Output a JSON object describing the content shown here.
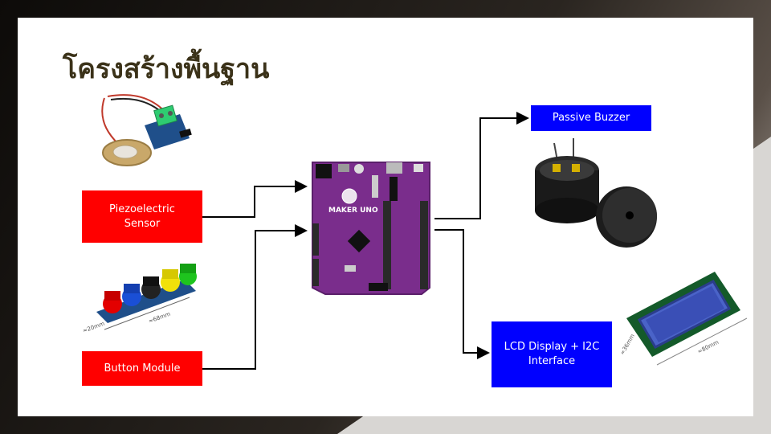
{
  "slide": {
    "title": "โครงสร้างพื้นฐาน"
  },
  "diagram": {
    "inputs": [
      {
        "label": "Piezoelectric\nSensor"
      },
      {
        "label": "Button Module"
      }
    ],
    "outputs": [
      {
        "label": "Passive Buzzer"
      },
      {
        "label": "LCD Display + I2C\nInterface"
      }
    ],
    "board_text": "MAKER UNO",
    "keypad_dims": {
      "width": "≈68mm",
      "depth": "≈20mm"
    },
    "lcd_dims": {
      "width": "≈80mm",
      "depth": "≈36mm"
    },
    "colors": {
      "input_box": "#ff0000",
      "output_box": "#0000ff",
      "board": "#7a2d8c",
      "title": "#3b3219"
    }
  }
}
